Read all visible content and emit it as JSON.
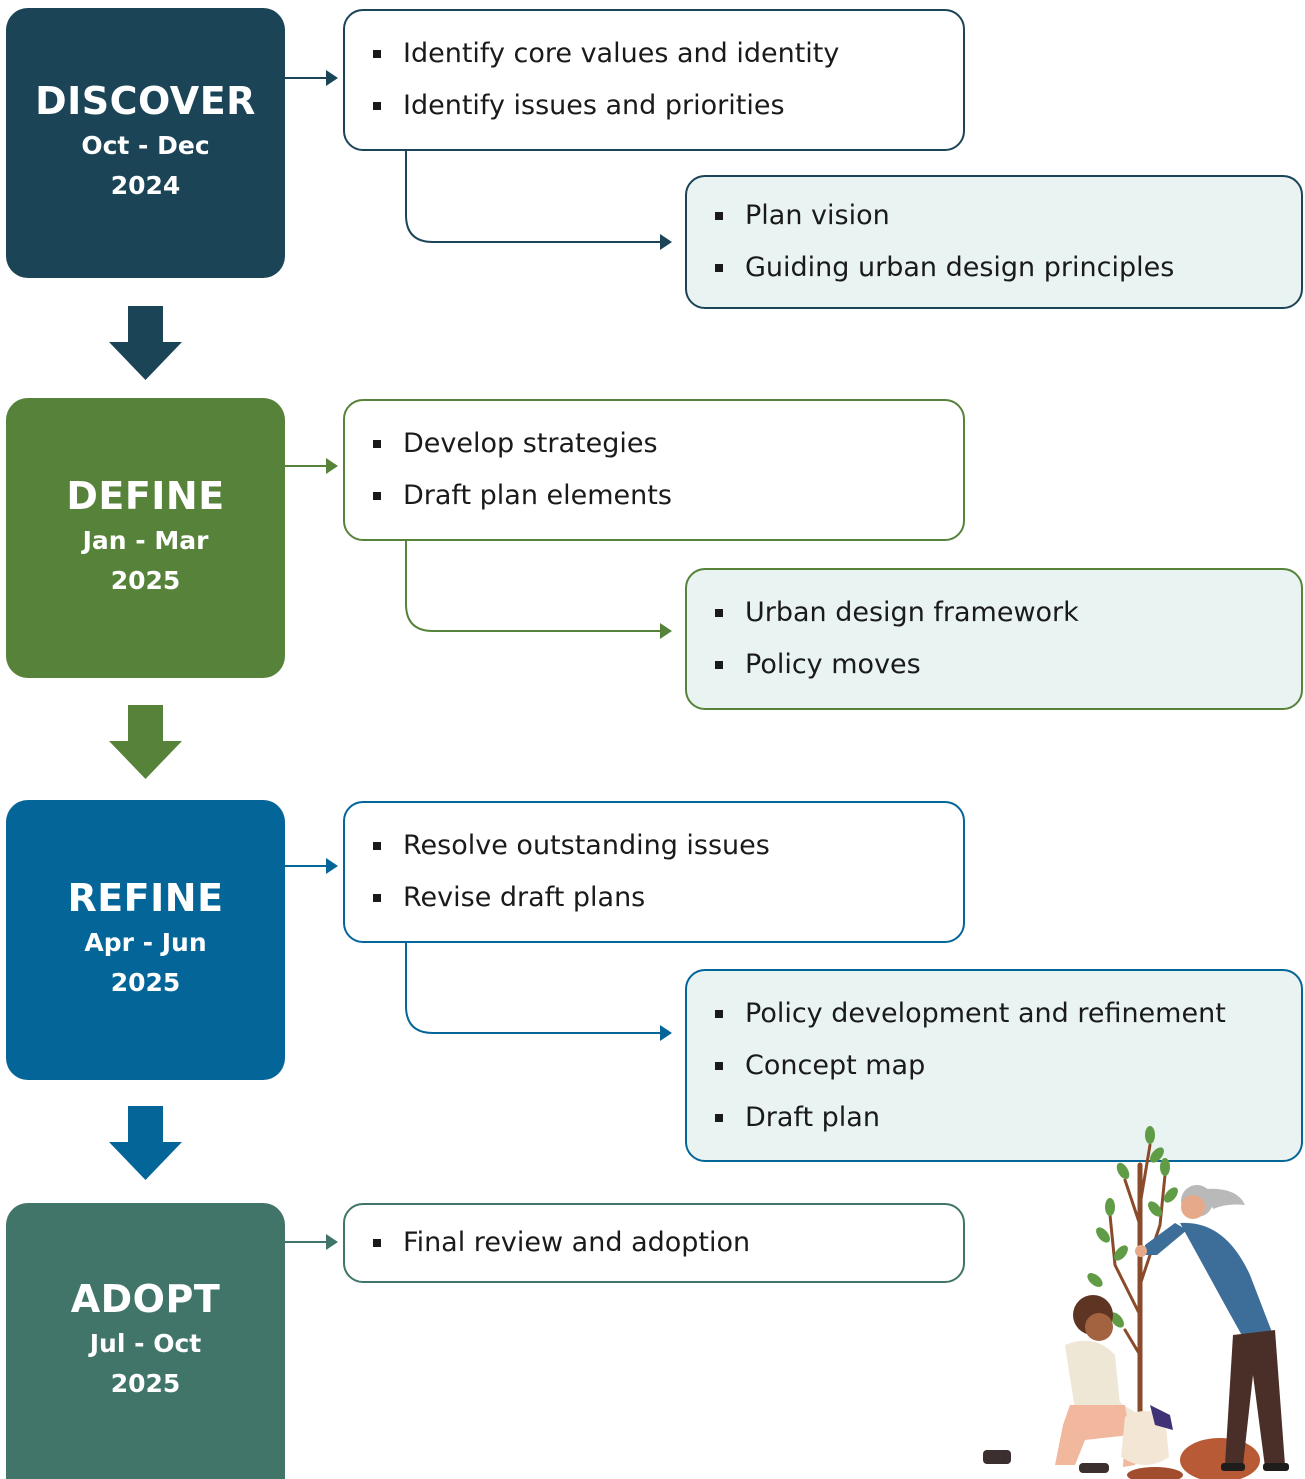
{
  "colors": {
    "discover": "#1b4457",
    "define": "#56823a",
    "refine": "#046598",
    "adopt": "#42756a"
  },
  "phases": [
    {
      "name": "DISCOVER",
      "dates": "Oct - Dec",
      "year": "2024",
      "activities": [
        "Identify core values and identity",
        "Identify issues and priorities"
      ],
      "outputs": [
        "Plan vision",
        "Guiding urban design principles"
      ]
    },
    {
      "name": "DEFINE",
      "dates": "Jan - Mar",
      "year": "2025",
      "activities": [
        "Develop strategies",
        "Draft plan elements"
      ],
      "outputs": [
        "Urban design framework",
        "Policy moves"
      ]
    },
    {
      "name": "REFINE",
      "dates": "Apr - Jun",
      "year": "2025",
      "activities": [
        "Resolve outstanding issues",
        "Revise draft plans"
      ],
      "outputs": [
        "Policy development and refinement",
        "Concept map",
        "Draft plan"
      ]
    },
    {
      "name": "ADOPT",
      "dates": "Jul - Oct",
      "year": "2025",
      "activities": [
        "Final review and adoption"
      ]
    }
  ],
  "illustration": {
    "icon": "people-planting-tree-illustration"
  }
}
